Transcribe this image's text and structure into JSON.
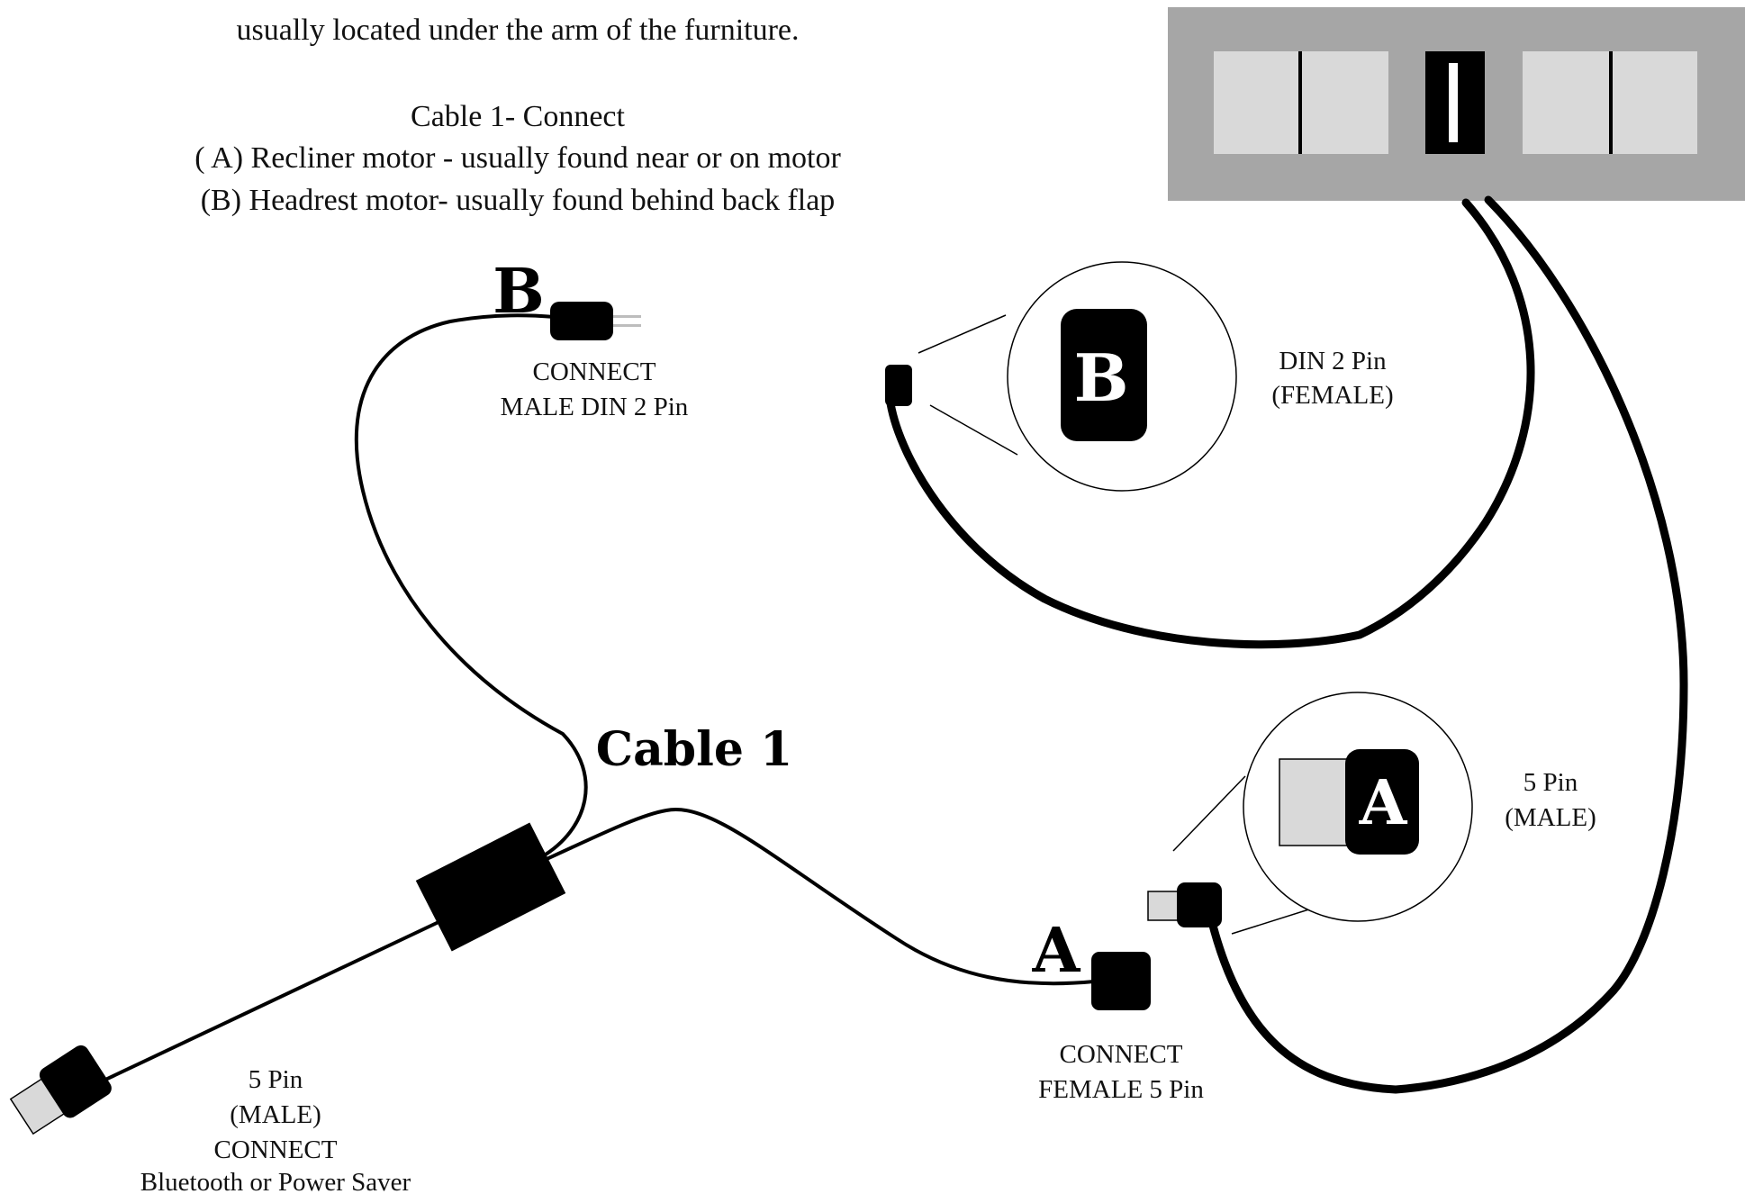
{
  "instructions": {
    "line_partial": "usually located under the arm of the furniture.",
    "heading": "Cable 1- Connect",
    "item_a": "( A) Recliner motor - usually found near or on motor",
    "item_b": "(B) Headrest motor- usually found behind back flap"
  },
  "cable_title": "Cable 1",
  "connector_b": {
    "letter": "B",
    "line1": "CONNECT",
    "line2": "MALE DIN 2 Pin"
  },
  "connector_a": {
    "letter": "A",
    "line1": "CONNECT",
    "line2": "FEMALE 5 Pin"
  },
  "plug_end": {
    "line1": "5 Pin",
    "line2": "(MALE)",
    "line3": "CONNECT",
    "line4": "Bluetooth or Power Saver"
  },
  "zoom_b": {
    "letter": "B",
    "line1": "DIN 2 Pin",
    "line2": "(FEMALE)"
  },
  "zoom_a": {
    "letter": "A",
    "line1": "5 Pin",
    "line2": "(MALE)"
  },
  "colors": {
    "panel": "#a6a6a6",
    "slot": "#d9d9d9",
    "connector": "#000000",
    "background": "#ffffff"
  }
}
